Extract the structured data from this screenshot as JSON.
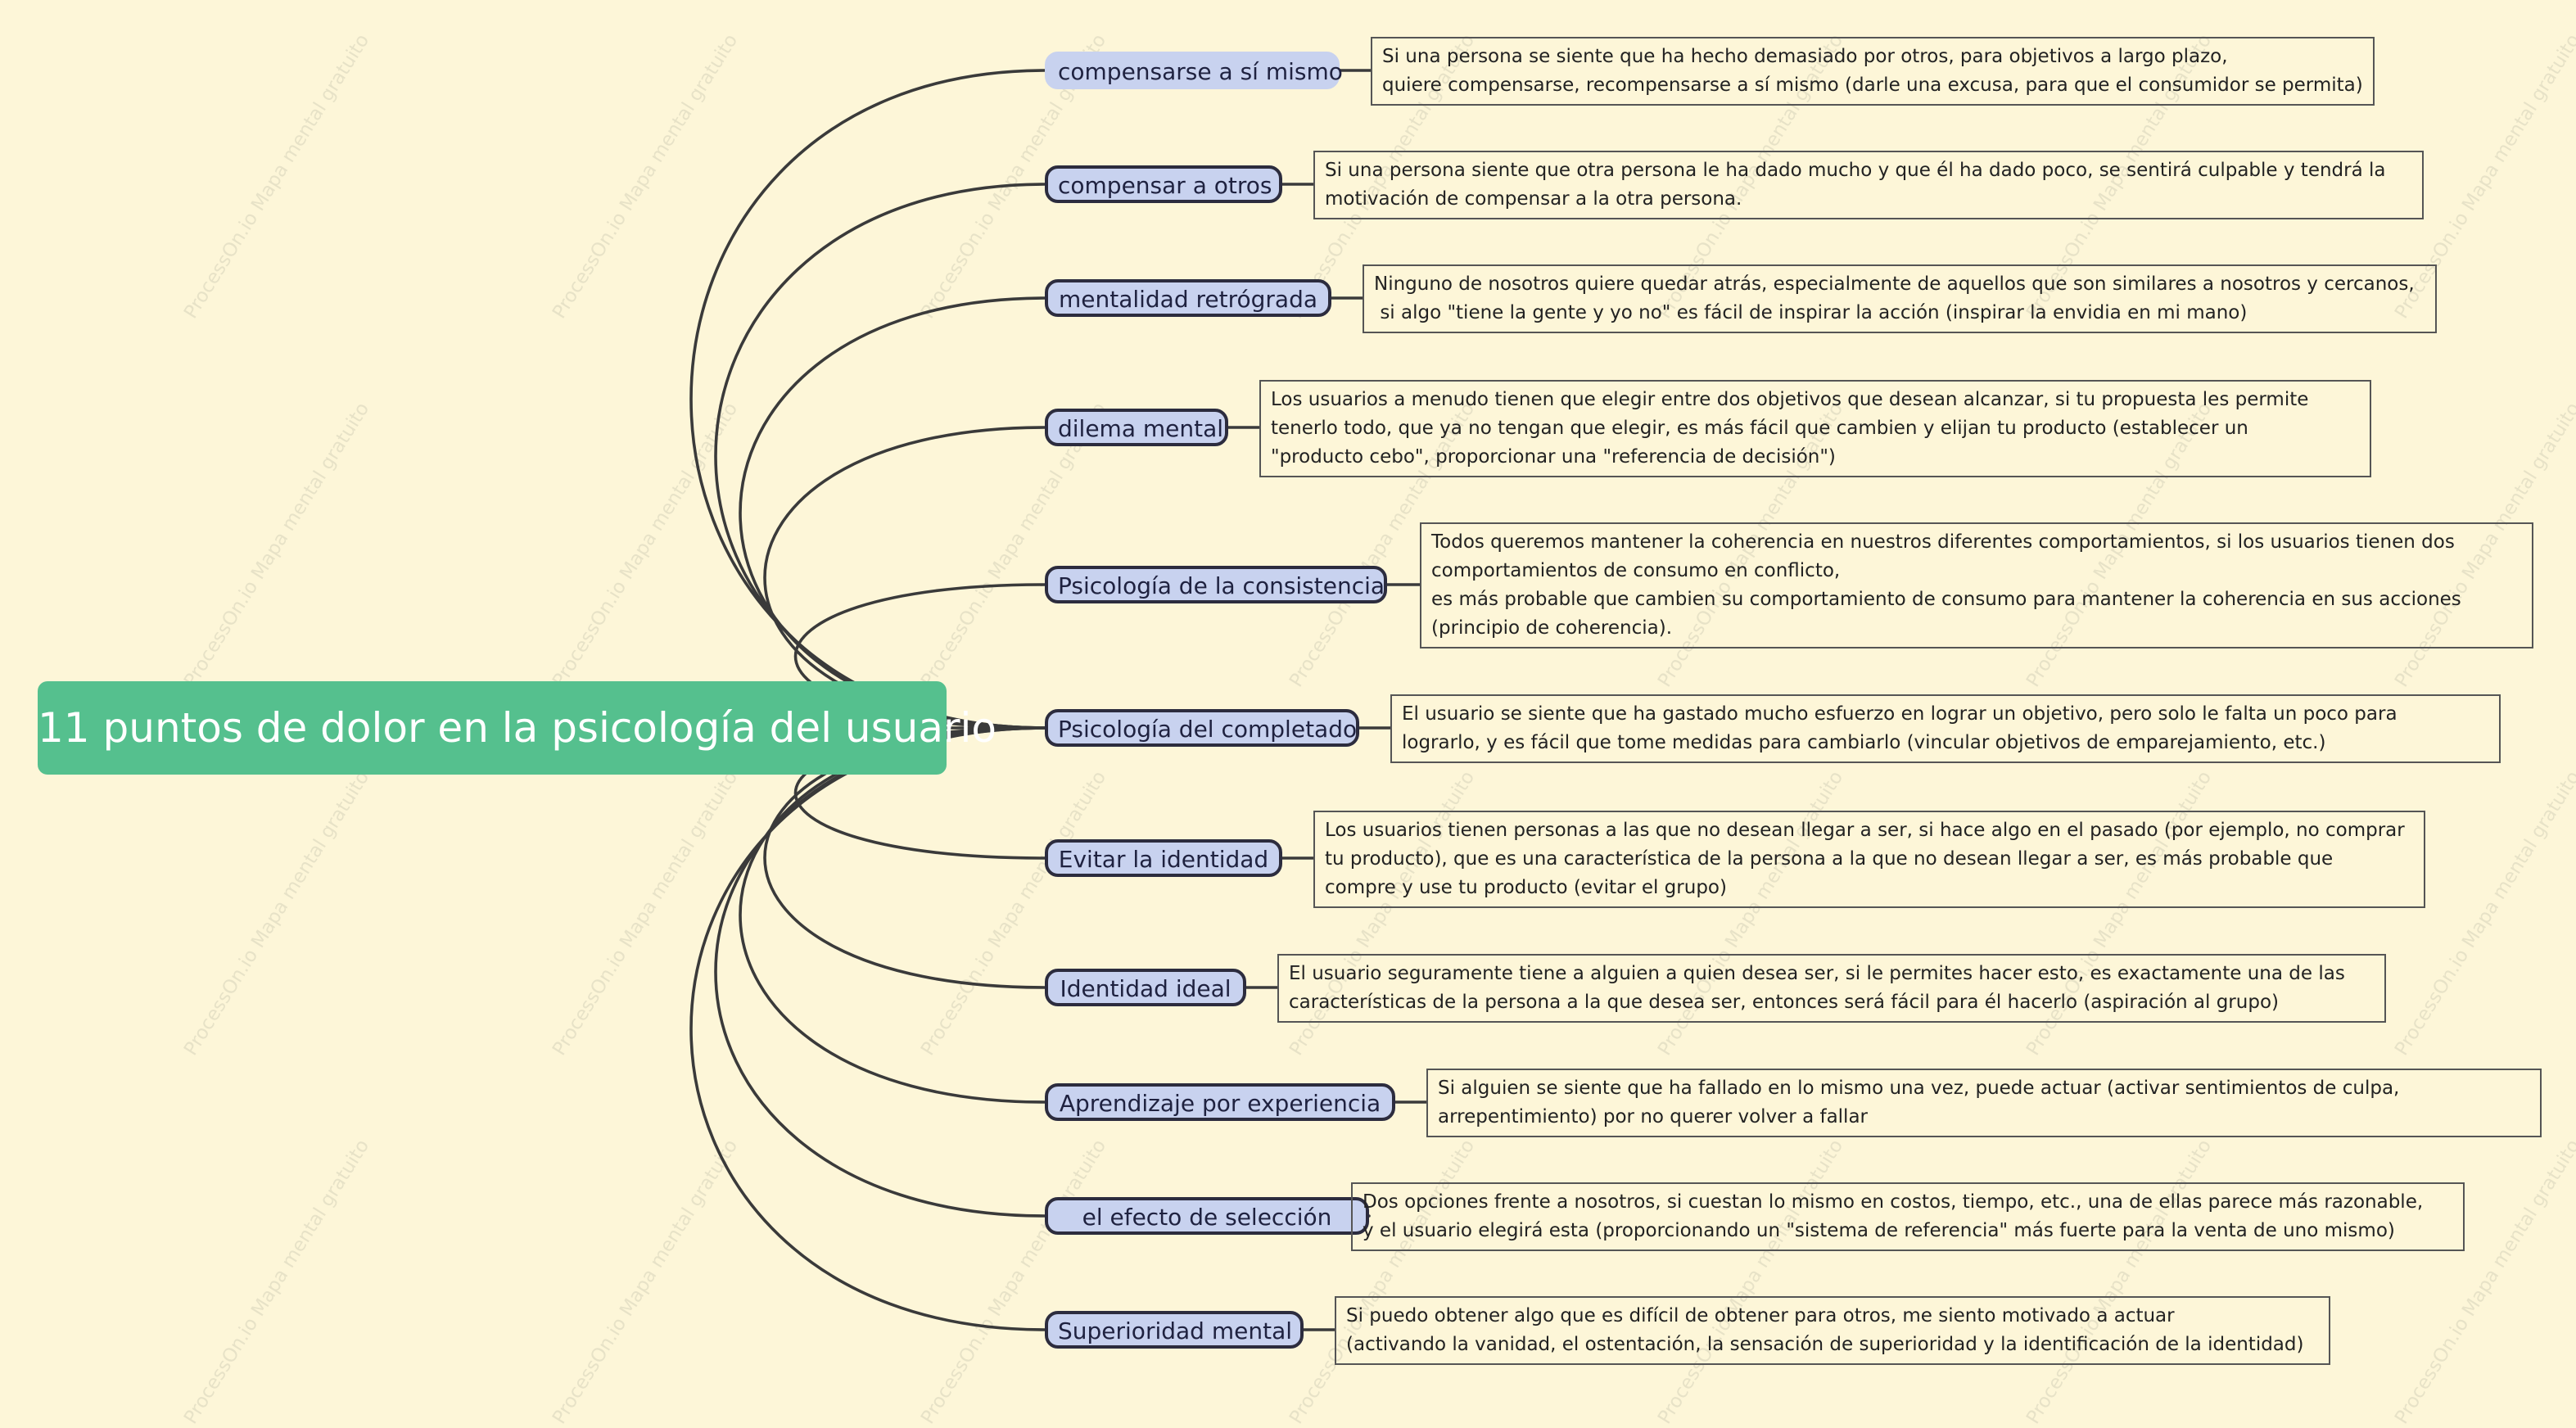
{
  "colors": {
    "background": "#fdf6d8",
    "root": "#55c08e",
    "branch": "#c8d2ef",
    "line": "#3a3a3a"
  },
  "root": {
    "label": "11 puntos de dolor en la psicología del usuario"
  },
  "watermark": "ProcessOn.io Mapa mental gratuito",
  "branches": [
    {
      "label": "compensarse a sí mismo",
      "note": "Si una persona se siente que ha hecho demasiado por otros, para objetivos a largo plazo,\nquiere compensarse, recompensarse a sí mismo (darle una excusa, para que el consumidor se permita)"
    },
    {
      "label": "compensar a otros",
      "note": "Si una persona siente que otra persona le ha dado mucho y que él ha dado poco, se sentirá culpable y tendrá la\nmotivación de compensar a la otra persona."
    },
    {
      "label": "mentalidad retrógrada",
      "note": "Ninguno de nosotros quiere quedar atrás, especialmente de aquellos que son similares a nosotros y cercanos,\n si algo \"tiene la gente y yo no\" es fácil de inspirar la acción (inspirar la envidia en mi mano)"
    },
    {
      "label": "dilema mental",
      "note": "Los usuarios a menudo tienen que elegir entre dos objetivos que desean alcanzar, si tu propuesta les permite\ntenerlo todo, que ya no tengan que elegir, es más fácil que cambien y elijan tu producto (establecer un\n\"producto cebo\", proporcionar una \"referencia de decisión\")"
    },
    {
      "label": "Psicología de la consistencia",
      "note": "Todos queremos mantener la coherencia en nuestros diferentes comportamientos, si los usuarios tienen dos\ncomportamientos de consumo en conflicto,\nes más probable que cambien su comportamiento de consumo para mantener la coherencia en sus acciones\n(principio de coherencia)."
    },
    {
      "label": "Psicología del completado",
      "note": "El usuario se siente que ha gastado mucho esfuerzo en lograr un objetivo, pero solo le falta un poco para\nlograrlo, y es fácil que tome medidas para cambiarlo (vincular objetivos de emparejamiento, etc.)"
    },
    {
      "label": "Evitar la identidad",
      "note": "Los usuarios tienen personas a las que no desean llegar a ser, si hace algo en el pasado (por ejemplo, no comprar\ntu producto), que es una característica de la persona a la que no desean llegar a ser, es más probable que\ncompre y use tu producto (evitar el grupo)"
    },
    {
      "label": "Identidad ideal",
      "note": "El usuario seguramente tiene a alguien a quien desea ser, si le permites hacer esto, es exactamente una de las\ncaracterísticas de la persona a la que desea ser, entonces será fácil para él hacerlo (aspiración al grupo)"
    },
    {
      "label": "Aprendizaje por experiencia",
      "note": "Si alguien se siente que ha fallado en lo mismo una vez, puede actuar (activar sentimientos de culpa,\narrepentimiento) por no querer volver a fallar"
    },
    {
      "label": "el efecto de selección",
      "note": "Dos opciones frente a nosotros, si cuestan lo mismo en costos, tiempo, etc., una de ellas parece más razonable,\ny el usuario elegirá esta (proporcionando un \"sistema de referencia\" más fuerte para la venta de uno mismo)"
    },
    {
      "label": "Superioridad mental",
      "note": "Si puedo obtener algo que es difícil de obtener para otros, me siento motivado a actuar\n(activando la vanidad, el ostentación, la sensación de superioridad y la identificación de la identidad)"
    }
  ]
}
